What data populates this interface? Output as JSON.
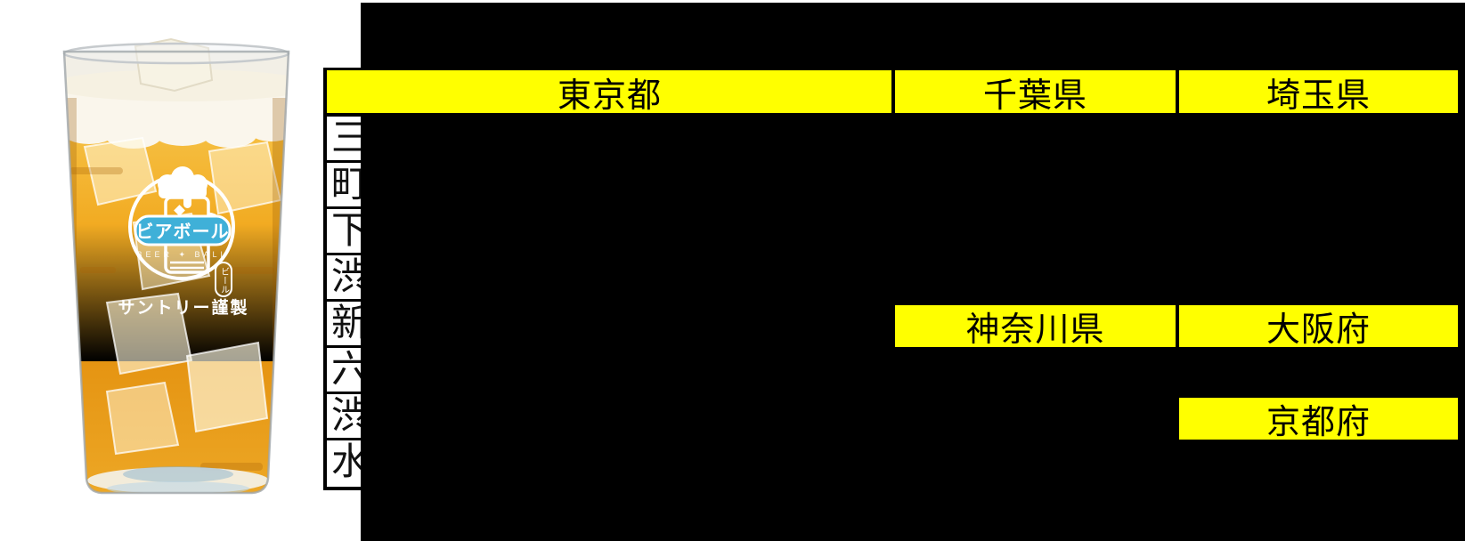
{
  "colors": {
    "highlight": "#ffff00",
    "grid": "#000000",
    "redaction": "#000000",
    "ribbon": "#3fb0d8",
    "beer": "#f0a61f"
  },
  "table": {
    "header_row": {
      "tokyo": "東京都",
      "chiba": "千葉県",
      "saitama": "埼玉県"
    },
    "mid_row": {
      "kanagawa": "神奈川県",
      "osaka": "大阪府"
    },
    "lower_row": {
      "kyoto": "京都府"
    },
    "left_column_partial_chars": [
      "三",
      "町",
      "下",
      "渋",
      "新",
      "六",
      "渋",
      "水"
    ]
  },
  "product_photo": {
    "logo_ribbon_text": "ビアボール",
    "logo_subtext": "BEER ✦ BALL",
    "maker_text": "サントリー謹製",
    "side_tag_text": "ビール"
  }
}
